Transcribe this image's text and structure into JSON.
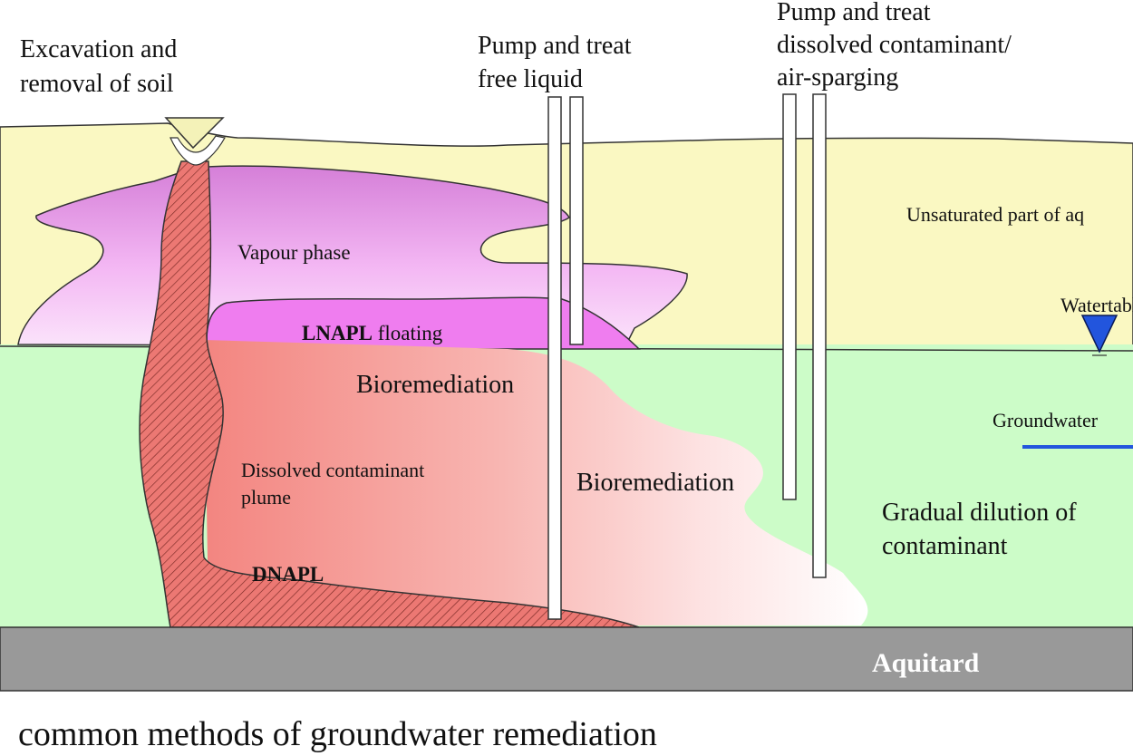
{
  "labels": {
    "excavation_1": "Excavation and",
    "excavation_2": "removal of soil",
    "pump_free_1": "Pump and treat",
    "pump_free_2": "free liquid",
    "pump_dissolved_1": "Pump and treat",
    "pump_dissolved_2": "dissolved contaminant/",
    "pump_dissolved_3": "air-sparging",
    "unsaturated": "Unsaturated part of aq",
    "watertable": "Watertabl",
    "vapour": "Vapour phase",
    "lnapl_bold": "LNAPL",
    "lnapl_rest": " floating",
    "bioremediation_1": "Bioremediation",
    "bioremediation_2": "Bioremediation",
    "groundwater": "Groundwater",
    "plume_1": "Dissolved contaminant",
    "plume_2": "plume",
    "dilution_1": "Gradual dilution of",
    "dilution_2": "contaminant",
    "dnapl": "DNAPL",
    "aquitard": "Aquitard"
  },
  "caption": "common methods of groundwater remediation",
  "colors": {
    "unsaturated_zone": "#faf8c2",
    "saturated_zone": "#ccfcc8",
    "vapour": "#f2a6f2",
    "lnapl": "#ee7cee",
    "plume": "#f48a86",
    "dnapl": "#e8706a",
    "aquitard": "#999999",
    "watertable_marker": "#2255dd",
    "flow_line": "#2255dd"
  }
}
